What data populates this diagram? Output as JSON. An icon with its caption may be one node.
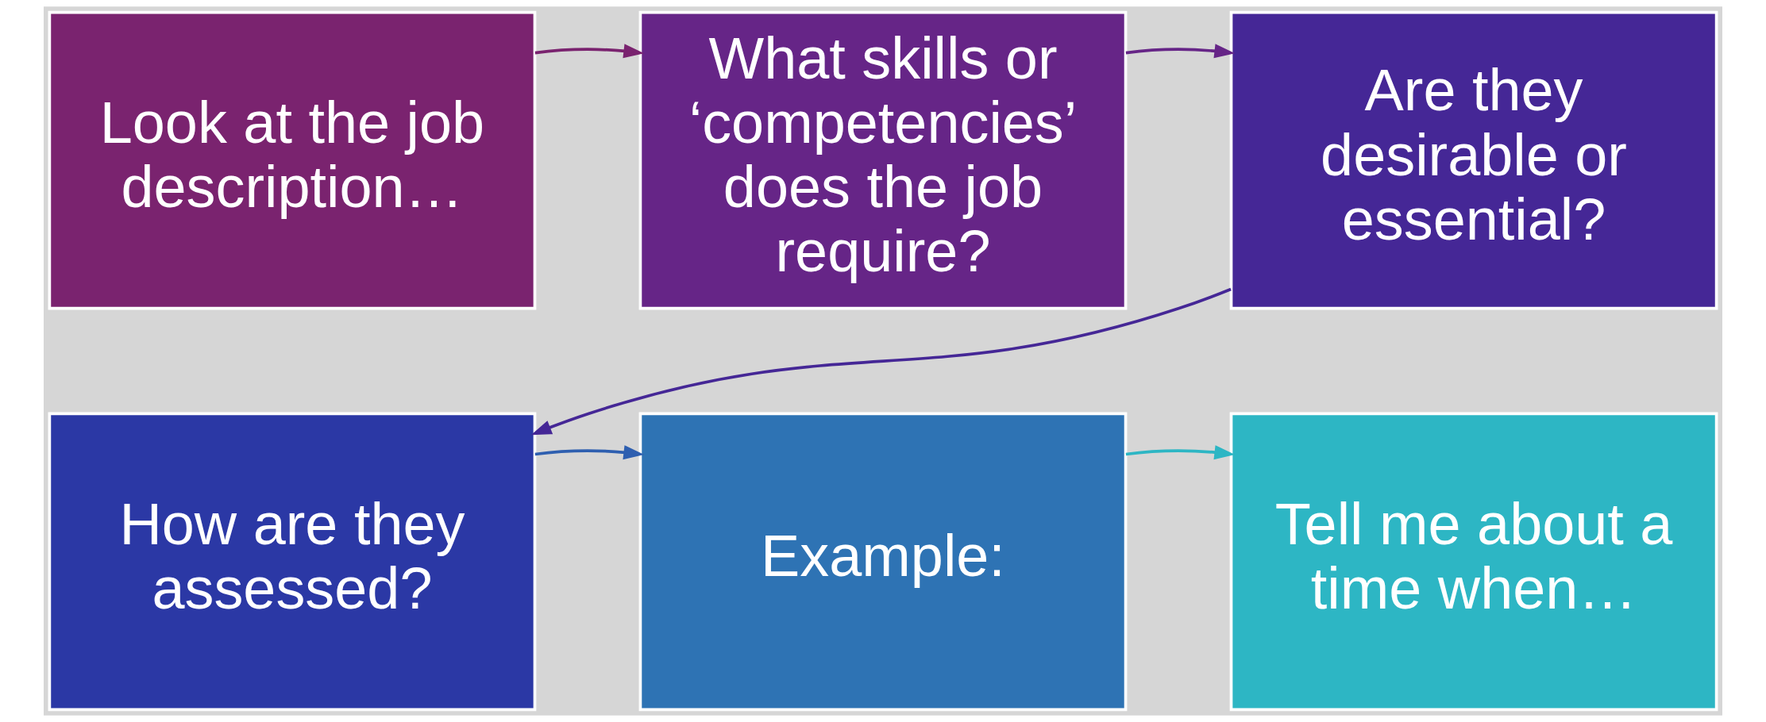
{
  "diagram": {
    "nodes": [
      {
        "text": [
          "Look at the job description…"
        ]
      },
      {
        "text": [
          "What skills or ‘competencies’ does the job require?"
        ]
      },
      {
        "text": [
          "Are they desirable or essential?"
        ]
      },
      {
        "text": [
          "How are they assessed?"
        ]
      },
      {
        "text": [
          "Example:"
        ]
      },
      {
        "text": [
          "Tell me about a time when…"
        ]
      }
    ],
    "edges": [
      {
        "from": 0,
        "to": 1,
        "arrow": "to",
        "color": "#7a236f"
      },
      {
        "from": 1,
        "to": 2,
        "arrow": "to",
        "color": "#662587"
      },
      {
        "from": 2,
        "to": 3,
        "arrow": "to",
        "color": "#452796"
      },
      {
        "from": 3,
        "to": 4,
        "arrow": "to",
        "color": "#2e5fb0"
      },
      {
        "from": 4,
        "to": 5,
        "arrow": "to",
        "color": "#2db6c4"
      }
    ]
  }
}
